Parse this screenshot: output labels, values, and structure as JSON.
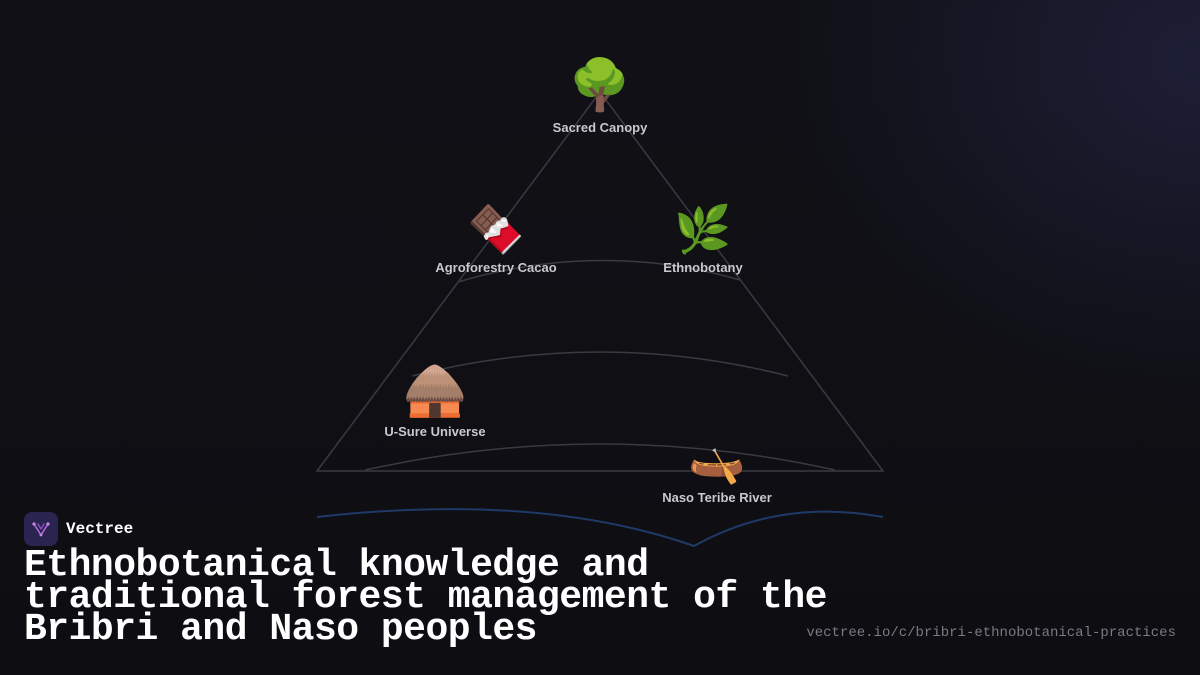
{
  "brand": {
    "name": "Vectree",
    "logo_icon": "vectree-logo-icon"
  },
  "title": "Ethnobotanical knowledge and traditional forest management of the Bribri and Naso peoples",
  "url": "vectree.io/c/bribri-ethnobotanical-practices",
  "diagram": {
    "nodes": [
      {
        "id": "sacred-canopy",
        "label": "Sacred Canopy",
        "emoji": "🌳",
        "icon": "tree-icon"
      },
      {
        "id": "agroforestry-cacao",
        "label": "Agroforestry Cacao",
        "emoji": "🍫",
        "icon": "chocolate-icon"
      },
      {
        "id": "ethnobotany",
        "label": "Ethnobotany",
        "emoji": "🌿",
        "icon": "herb-icon"
      },
      {
        "id": "u-sure-universe",
        "label": "U-Sure Universe",
        "emoji": "🛖",
        "icon": "hut-icon"
      },
      {
        "id": "naso-teribe-river",
        "label": "Naso Teribe River",
        "emoji": "🛶",
        "icon": "canoe-icon"
      }
    ]
  },
  "colors": {
    "background": "#0f0f14",
    "triangle_stroke": "#3a3a42",
    "river_stroke": "#1f3a66",
    "label": "#c8c8d0",
    "title": "#ffffff",
    "url": "#7a7a82",
    "logo_bg": "#2a2450",
    "logo_accent": "#b06ad8"
  }
}
